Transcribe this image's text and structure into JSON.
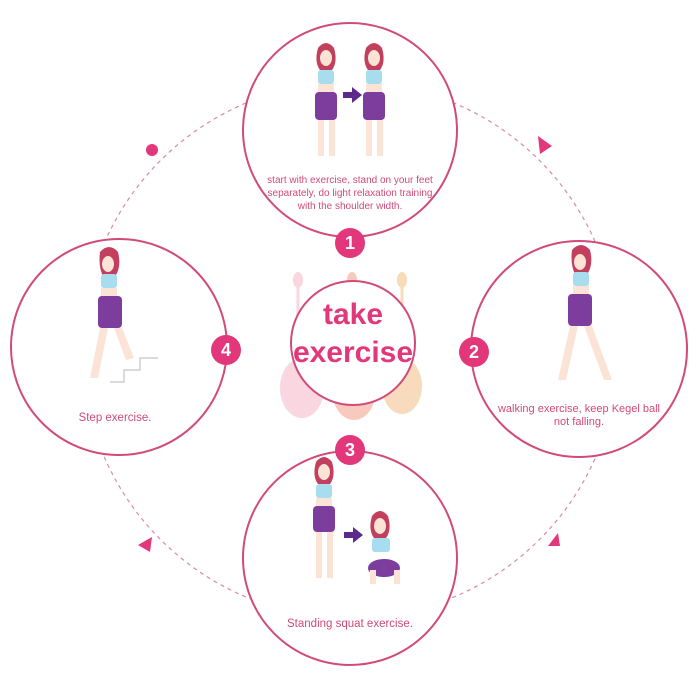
{
  "center": {
    "line1": "take",
    "line2": "exercise"
  },
  "steps": [
    {
      "number": "1",
      "caption": "start with exercise, stand on your feet separately, do light relaxation training with the shoulder width."
    },
    {
      "number": "2",
      "caption": "walking exercise, keep Kegel ball not falling."
    },
    {
      "number": "3",
      "caption": "Standing squat exercise."
    },
    {
      "number": "4",
      "caption": "Step exercise."
    }
  ],
  "colors": {
    "accent": "#e2377a",
    "ring": "#d14a7a",
    "dashed": "#d98aa8",
    "arrow_purple": "#5b2a8c",
    "ball_pink": "#f7c9d6",
    "ball_peach": "#f6b9a8",
    "ball_orange": "#f6cfa5"
  },
  "icons": [
    "arrow-right-icon",
    "kegel-ball-icon",
    "woman-figure-icon",
    "stairs-icon"
  ]
}
